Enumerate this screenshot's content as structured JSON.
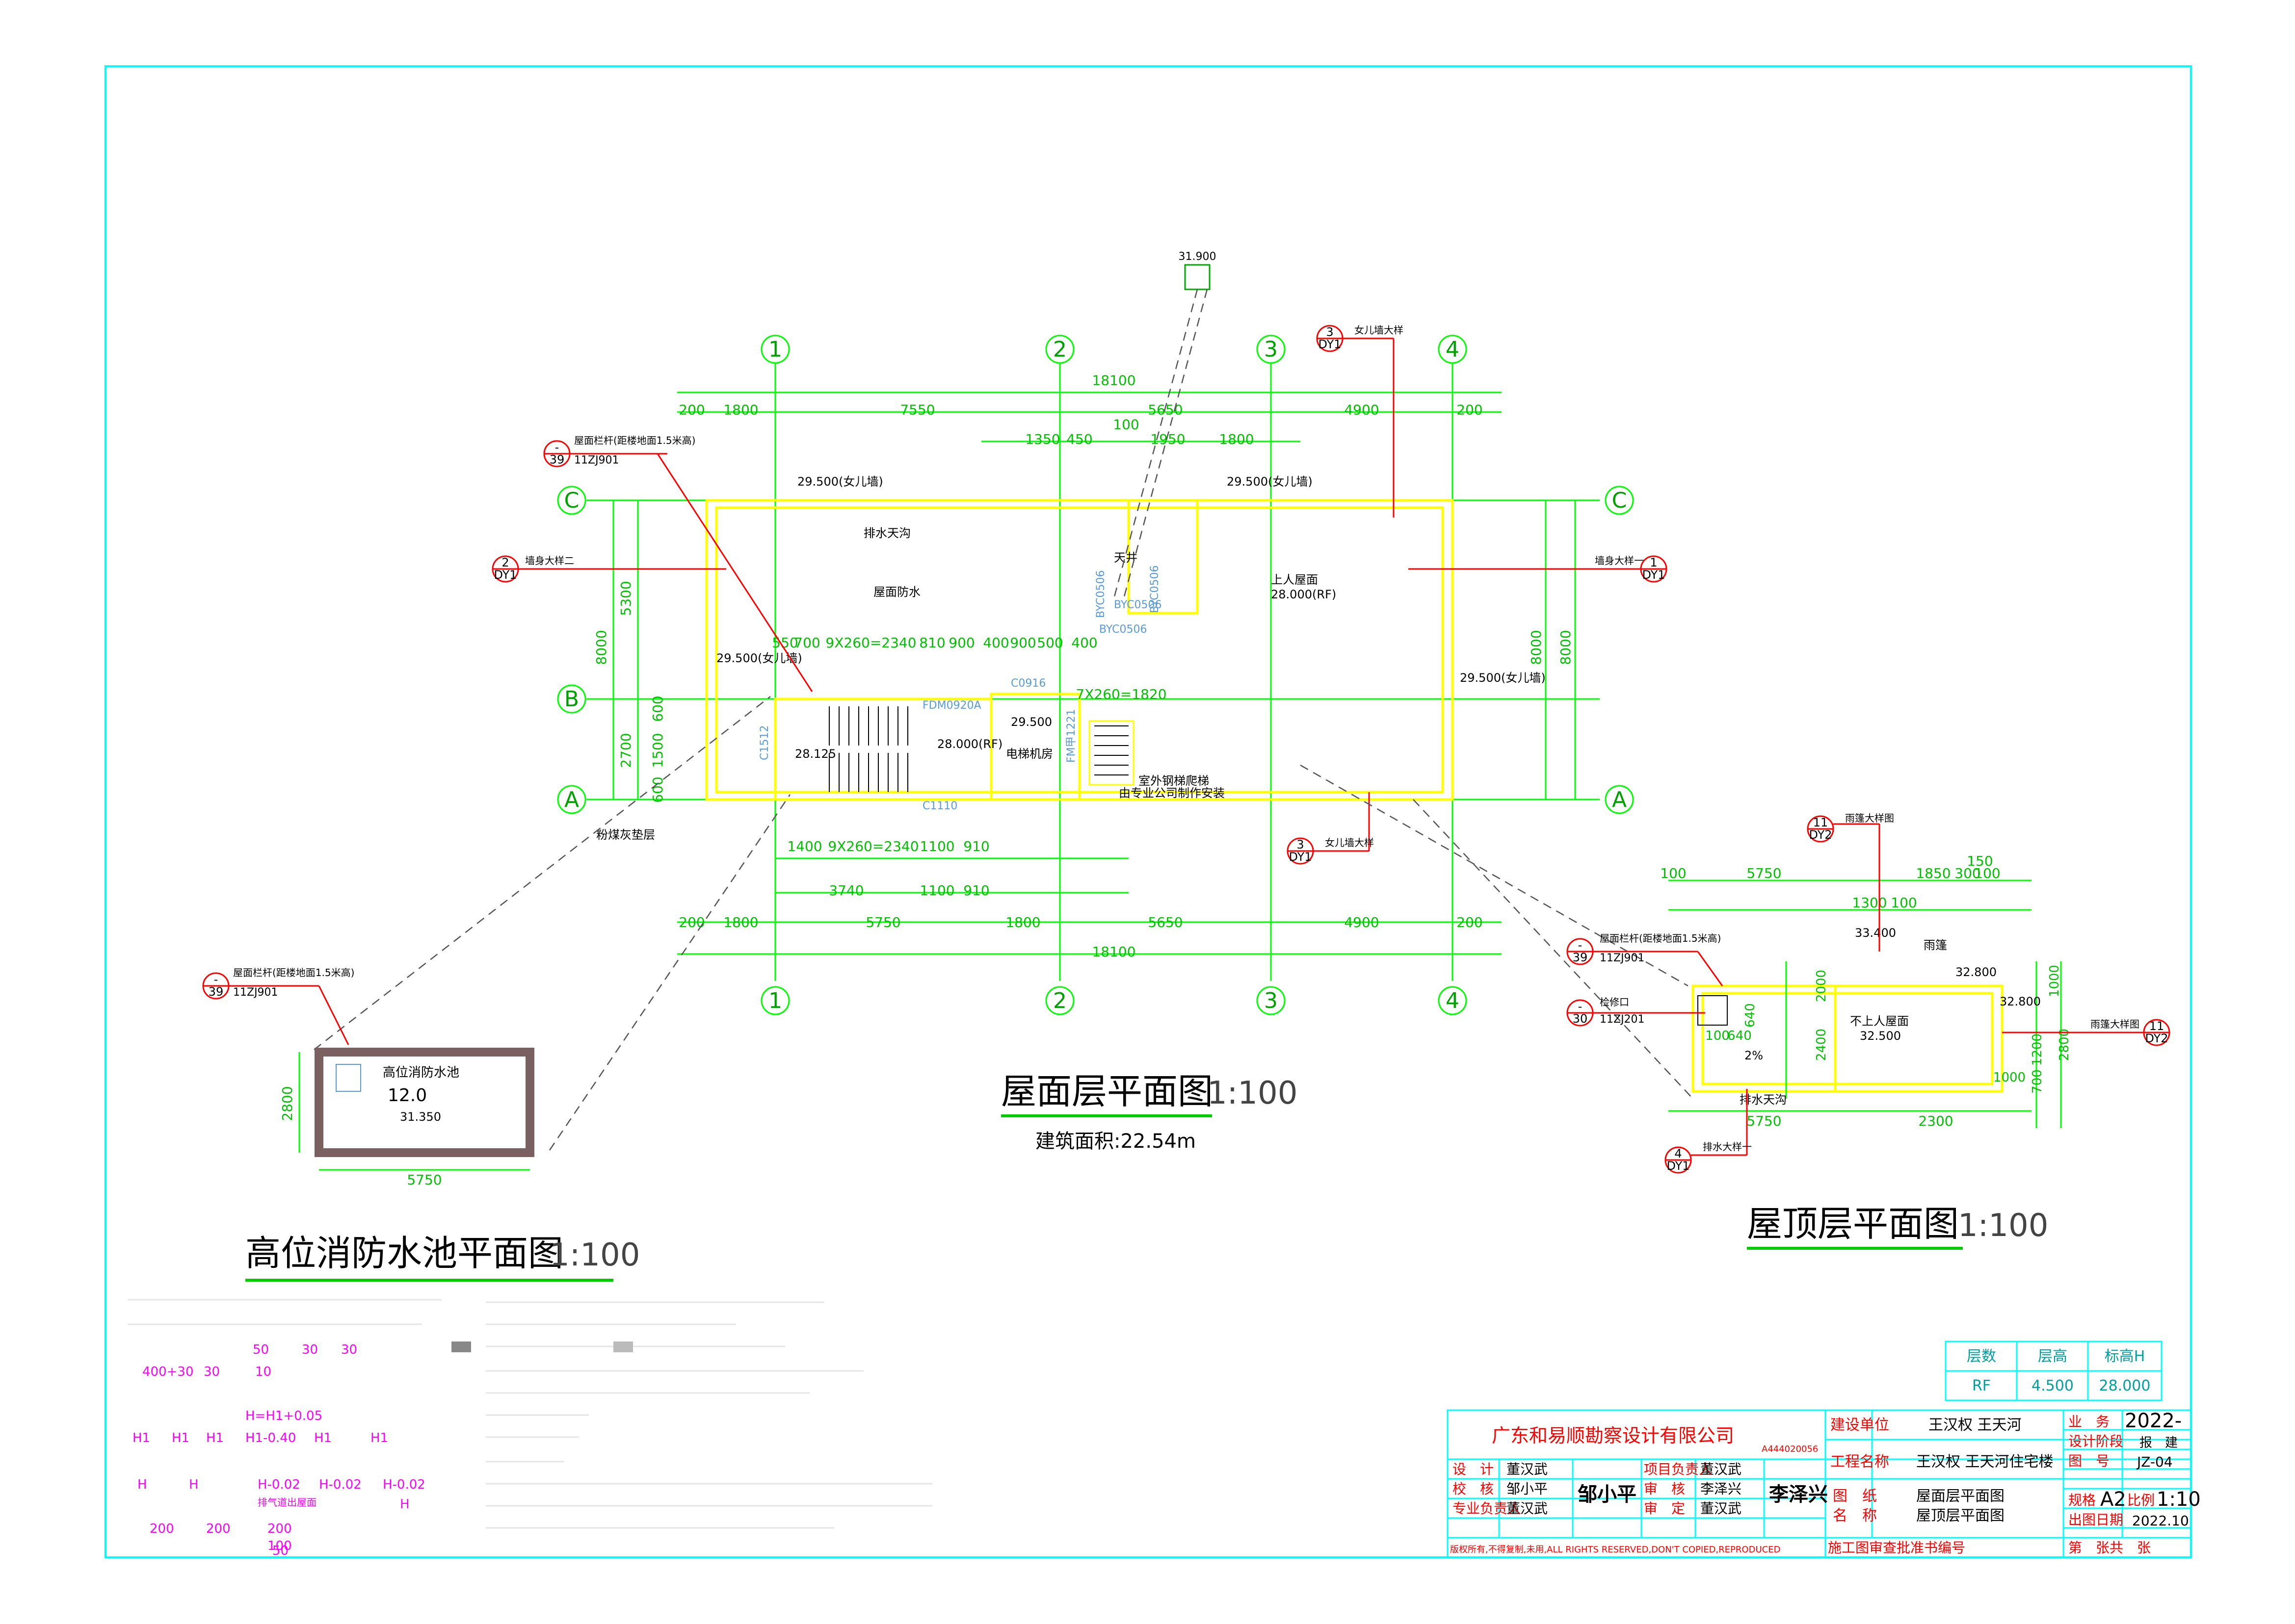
{
  "drawing": {
    "roof_plan": {
      "title": "屋面层平面图",
      "scale": "1:100",
      "area_label": "建筑面积:22.54m",
      "axes_x": [
        "1",
        "2",
        "3",
        "4"
      ],
      "axes_y": [
        "A",
        "B",
        "C"
      ],
      "dims_top_total": "18100",
      "dims_top": [
        "200",
        "1800",
        "7550",
        "5650",
        "4900",
        "200"
      ],
      "dims_top_inner": [
        "1350",
        "450",
        "1950",
        "1800",
        "100"
      ],
      "dims_bottom": [
        "1400",
        "9X260=2340",
        "1100",
        "910"
      ],
      "dims_bottom2": [
        "3740",
        "1100",
        "910"
      ],
      "dims_bottom3": [
        "200",
        "1800",
        "5750",
        "1800",
        "5650",
        "4900",
        "200"
      ],
      "dims_bottom_total": "18100",
      "dims_left": [
        "8000",
        "5300",
        "2700",
        "600",
        "1500",
        "600"
      ],
      "dims_right": [
        "8000",
        "8000"
      ],
      "stair_dims": [
        "550",
        "700",
        "9X260=2340",
        "810",
        "900",
        "400",
        "900",
        "500",
        "400",
        "7X260=1820"
      ],
      "levels": [
        "29.500(女儿墙)",
        "29.500(女儿墙)",
        "29.500(女儿墙)",
        "29.500(女儿墙)",
        "28.000(RF)",
        "28.000(RF)",
        "28.125",
        "29.500"
      ],
      "labels": [
        "屋面防水",
        "上人屋面",
        "天井",
        "电梯机房",
        "排水天沟",
        "室外钢梯爬梯",
        "由专业公司制作安装",
        "粉煤灰垫层",
        "FM甲1221",
        "C0916",
        "C1512",
        "C1110",
        "FDM0920A",
        "BYC0506",
        "BYC0506",
        "BYC0506",
        "BYC0506"
      ],
      "callouts": [
        {
          "top": "3",
          "bot": "DY1",
          "note": "女儿墙大样"
        },
        {
          "top": "2",
          "bot": "DY1",
          "note": "墙身大样二"
        },
        {
          "top": "1",
          "bot": "DY1",
          "note": "墙身大样一"
        },
        {
          "top": "3",
          "bot": "DY1",
          "note": "女儿墙大样"
        },
        {
          "top": "-",
          "bot": "39",
          "note": "屋面栏杆(距楼地面1.5米高)",
          "ref": "11ZJ901"
        }
      ],
      "level_top": "31.900"
    },
    "tank_plan": {
      "title": "高位消防水池平面图",
      "scale": "1:100",
      "name": "高位消防水池",
      "volume": "12.0",
      "level": "31.350",
      "dim_w": "5750",
      "dim_h": "2800",
      "callout": {
        "top": "-",
        "bot": "39",
        "note": "屋面栏杆(距楼地面1.5米高)",
        "ref": "11ZJ901"
      }
    },
    "top_roof_plan": {
      "title": "屋顶层平面图",
      "scale": "1:100",
      "dims_top": [
        "100",
        "5750",
        "1850",
        "150",
        "300",
        "100",
        "1300",
        "100"
      ],
      "dims_bottom": [
        "5750",
        "2300"
      ],
      "dims_left": [
        "2400",
        "2000",
        "640",
        "100",
        "640"
      ],
      "dims_right": [
        "1000",
        "2800",
        "1200",
        "700",
        "1000"
      ],
      "levels": [
        "33.400",
        "32.800",
        "32.800",
        "32.500"
      ],
      "labels": [
        "不上人屋面",
        "雨篷",
        "排水天沟",
        "2%"
      ],
      "callouts": [
        {
          "top": "11",
          "bot": "DY2",
          "note": "雨篷大样图"
        },
        {
          "top": "11",
          "bot": "DY2",
          "note": "雨篷大样图"
        },
        {
          "top": "4",
          "bot": "DY1",
          "note": "排水大样一"
        },
        {
          "top": "-",
          "bot": "39",
          "note": "屋面栏杆(距楼地面1.5米高)",
          "ref": "11ZJ901"
        },
        {
          "top": "-",
          "bot": "30",
          "note": "检修口",
          "ref": "11ZJ201"
        }
      ]
    },
    "legend_table": {
      "headers": [
        "层数",
        "层高",
        "标高H"
      ],
      "row": [
        "RF",
        "4.500",
        "28.000"
      ]
    },
    "notes_magenta": [
      "50",
      "30",
      "30",
      "400+30",
      "30",
      "10",
      "H=H1+0.05",
      "H1",
      "H1",
      "H1",
      "H1-0.40",
      "H1",
      "H1",
      "H",
      "H",
      "H-0.02",
      "H-0.02",
      "H-0.02",
      "H",
      "200",
      "200",
      "200",
      "100",
      "50",
      "排气道出屋面"
    ]
  },
  "title_block": {
    "company": "广东和易顺勘察设计有限公司",
    "client_label": "建设单位",
    "client": "王汉权  王天河",
    "project_label": "工程名称",
    "project": "王汉权  王天河住宅楼",
    "drawing_label_1": "图　纸",
    "drawing_label_2": "名　称",
    "drawing_name_1": "屋面层平面图",
    "drawing_name_2": "屋顶层平面图",
    "roles": [
      {
        "role": "设　计",
        "name": "董汉武"
      },
      {
        "role": "校　核",
        "name": "邹小平"
      },
      {
        "role": "专业负责人",
        "name": "董汉武"
      }
    ],
    "roles2": [
      {
        "role": "项目负责人",
        "name": "董汉武"
      },
      {
        "role": "审　核",
        "name": "李泽兴"
      },
      {
        "role": "审　定",
        "name": "董汉武"
      }
    ],
    "right_labels": [
      "业　务",
      "设计阶段",
      "图　号",
      "规格",
      "出图日期",
      "第　张共　张"
    ],
    "right_values": [
      "2022-",
      "报　建",
      "JZ-04",
      "A2",
      "1:10",
      "2022.10"
    ],
    "scale_label": "比例",
    "footer_note": "版权所有,不得复制,未用,ALL RIGHTS RESERVED,DON'T COPIED,REPRODUCED",
    "review_label": "施工图审查批准书编号",
    "cert": "A444020056",
    "signatures": [
      "邹小平",
      "李泽兴"
    ]
  }
}
